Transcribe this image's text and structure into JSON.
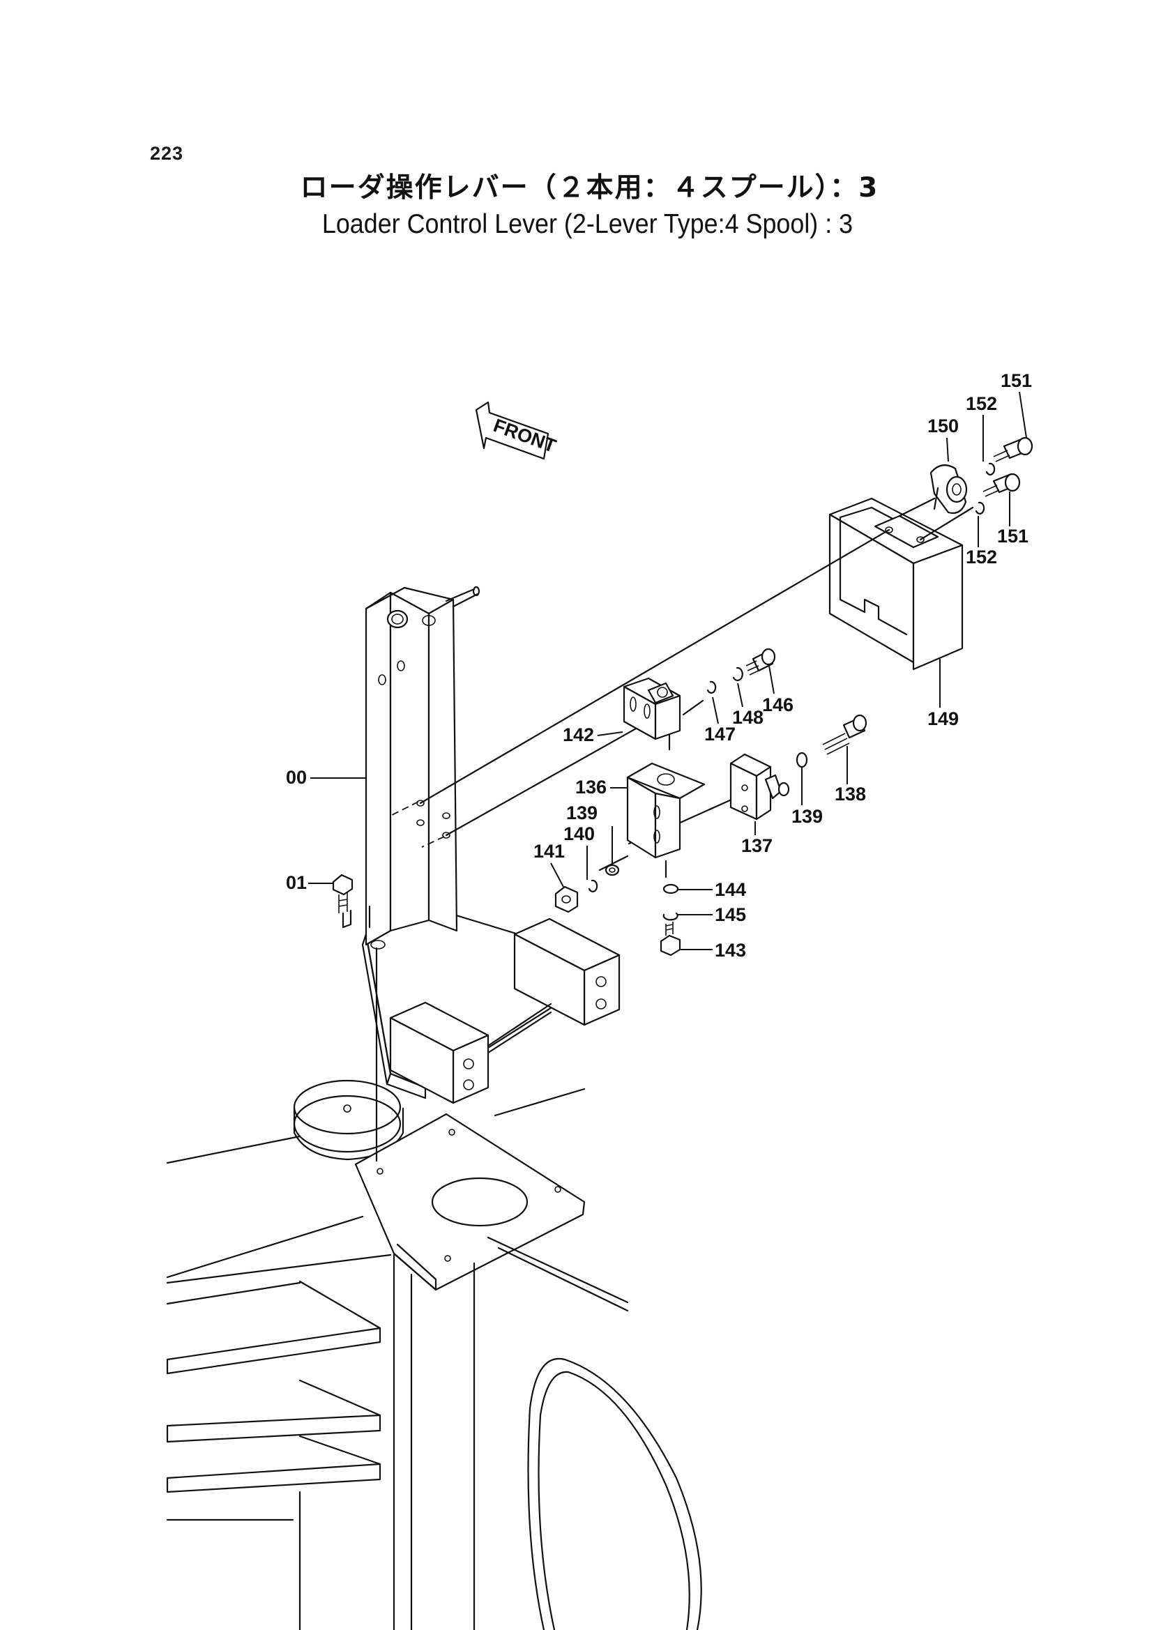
{
  "page_number": "223",
  "title_jp": "ローダ操作レバー（２本用：４スプール）：3",
  "title_en": "Loader Control Lever (2-Lever Type:4 Spool) : 3",
  "front_label": "FRONT",
  "part_labels": {
    "p00": "00",
    "p01": "01",
    "p136": "136",
    "p137": "137",
    "p138": "138",
    "p139a": "139",
    "p139b": "139",
    "p140": "140",
    "p141": "141",
    "p142": "142",
    "p143": "143",
    "p144": "144",
    "p145": "145",
    "p146": "146",
    "p147": "147",
    "p148": "148",
    "p149": "149",
    "p150": "150",
    "p151a": "151",
    "p151b": "151",
    "p152a": "152",
    "p152b": "152"
  }
}
